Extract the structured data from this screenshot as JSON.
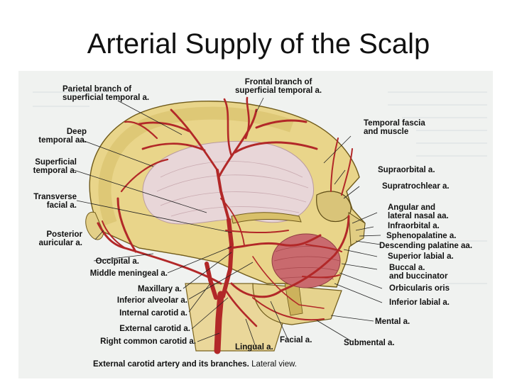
{
  "slide": {
    "title": "Arterial Supply of the Scalp"
  },
  "figure": {
    "caption_bold": "External carotid artery and its branches.",
    "caption_tail": "Lateral view.",
    "labels": {
      "frontal_branch": "Frontal branch of\nsuperficial temporal a.",
      "parietal_branch": "Parietal branch of\nsuperficial temporal a.",
      "deep_temporal": "Deep\ntemporal aa.",
      "superficial_temporal": "Superficial\ntemporal a.",
      "transverse_facial": "Transverse\nfacial a.",
      "posterior_auricular": "Posterior\nauricular a.",
      "occipital": "Occipital a.",
      "middle_meningeal": "Middle meningeal a.",
      "maxillary": "Maxillary a.",
      "inferior_alveolar": "Inferior alveolar a.",
      "internal_carotid": "Internal carotid a.",
      "external_carotid": "External carotid a.",
      "right_common_carotid": "Right common carotid a.",
      "lingual": "Lingual a.",
      "facial": "Facial a.",
      "submental": "Submental a.",
      "temporal_fascia": "Temporal fascia\nand muscle",
      "supraorbital": "Supraorbital a.",
      "supratrochlear": "Supratrochlear a.",
      "angular_lateral_nasal": "Angular and\nlateral nasal aa.",
      "infraorbital": "Infraorbital a.",
      "sphenopalatine": "Sphenopalatine a.",
      "descending_palatine": "Descending palatine aa.",
      "superior_labial": "Superior labial a.",
      "buccal": "Buccal a.\nand buccinator",
      "orbicularis_oris": "Orbicularis oris",
      "inferior_labial": "Inferior labial a.",
      "mental": "Mental a."
    }
  }
}
